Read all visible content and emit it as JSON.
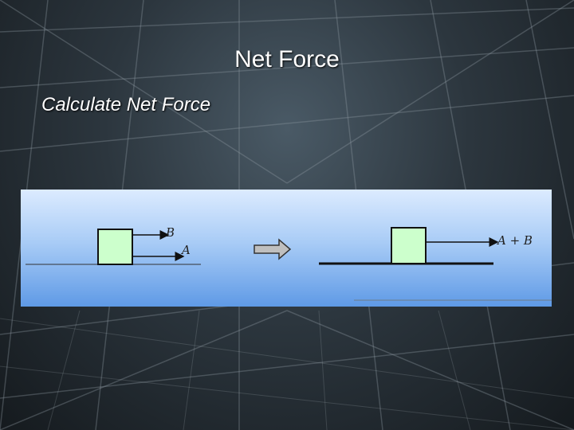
{
  "slide": {
    "title": "Net Force",
    "subtitle": "Calculate Net Force"
  },
  "diagram": {
    "left_scene": {
      "force_top_label": "B",
      "force_bottom_label": "A"
    },
    "right_scene": {
      "result_label": "A + B"
    },
    "colors": {
      "box_fill": "#ccffcc",
      "panel_top": "#dcebff",
      "panel_bottom": "#5f9ae6",
      "transition_arrow_fill": "#bfbfbf"
    }
  }
}
